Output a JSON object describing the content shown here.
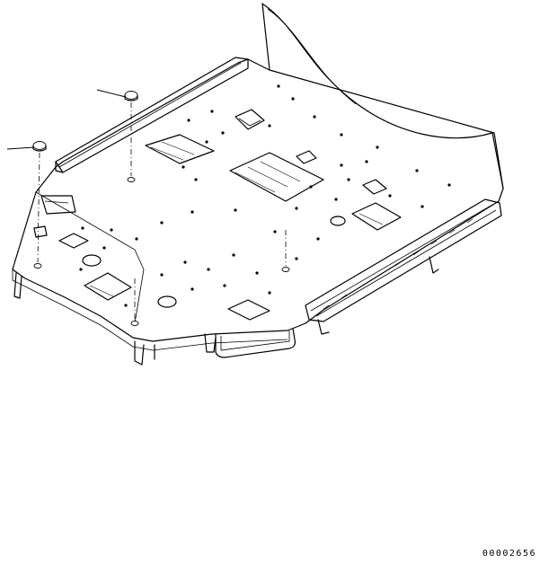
{
  "drawing": {
    "part_code": "00002656",
    "colors": {
      "line": "#000000",
      "background": "#ffffff"
    },
    "callouts": [
      {
        "name": "rubber-plug-upper",
        "leader": "diagonal-left"
      },
      {
        "name": "rubber-plug-lower",
        "leader": "horizontal-left"
      }
    ]
  }
}
